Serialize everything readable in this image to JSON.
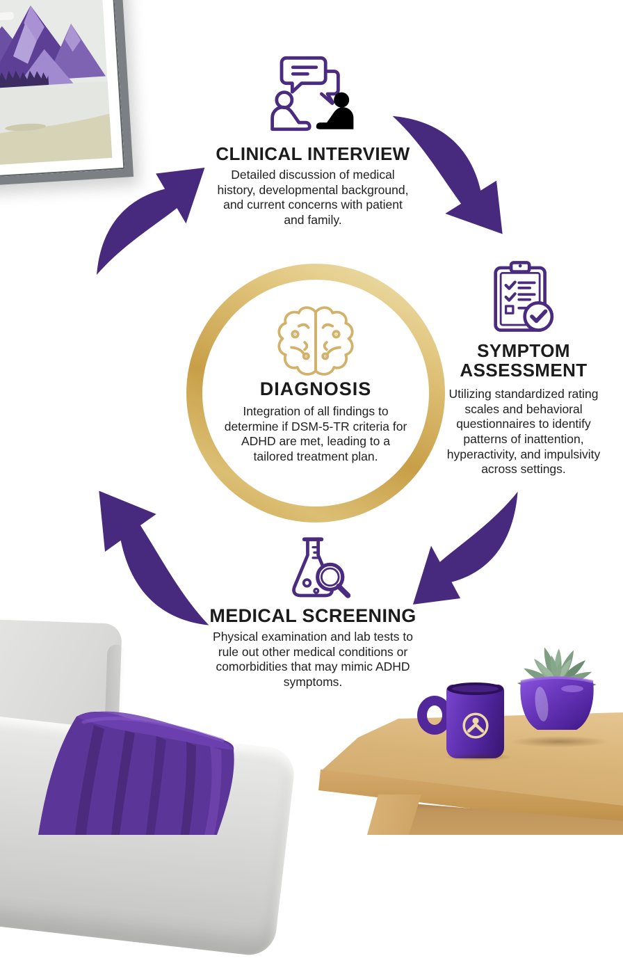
{
  "infographic": {
    "center": {
      "title": "DIAGNOSIS",
      "description": "Integration of all findings to determine if DSM-5-TR criteria for ADHD are met, leading to a tailored treatment plan.",
      "icon": "brain-icon"
    },
    "steps": [
      {
        "id": "clinical-interview",
        "title": "CLINICAL INTERVIEW",
        "description": "Detailed discussion of medical history, developmental background, and current concerns with patient and family.",
        "icon": "conversation-icon"
      },
      {
        "id": "symptom-assessment",
        "title": "SYMPTOM ASSESSMENT",
        "description": "Utilizing standardized rating scales and behavioral questionnaires to identify patterns of inattention, hyperactivity, and impulsivity across settings.",
        "icon": "checklist-icon"
      },
      {
        "id": "medical-screening",
        "title": "MEDICAL SCREENING",
        "description": "Physical examination and lab tests to rule out other medical conditions or comorbidities that may mimic ADHD symptoms.",
        "icon": "flask-magnifier-icon"
      }
    ]
  },
  "scene": {
    "wall_art": "framed-purple-mountain-landscape",
    "objects": [
      "gray-armchair",
      "purple-throw-blanket",
      "wooden-side-table",
      "purple-mug-with-gold-person-logo",
      "succulent-in-purple-pot"
    ]
  },
  "colors": {
    "arrow_purple": "#472a7e",
    "icon_purple": "#4a2b80",
    "ring_gold": "#d3ae5e",
    "brain_gold": "#d2b26a",
    "heading_text": "#1b1b1b",
    "body_text": "#212121"
  }
}
